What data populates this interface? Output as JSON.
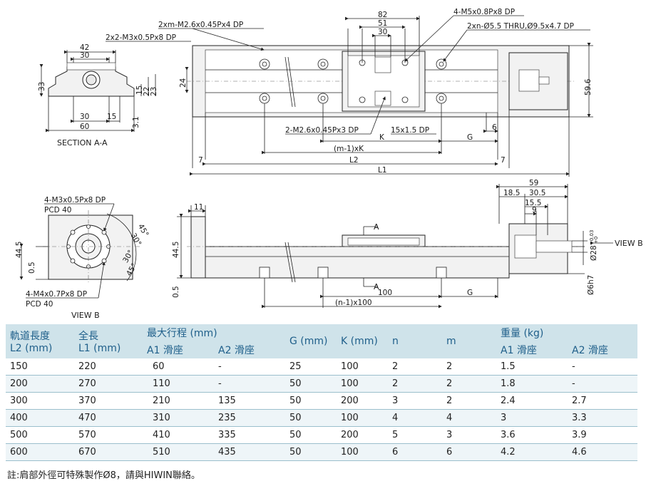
{
  "drawing": {
    "section_a": {
      "title": "SECTION A-A",
      "callout": "2x2-M3x0.5Px8 DP",
      "dims": [
        "42",
        "30",
        "33",
        "15",
        "22",
        "23",
        "30",
        "15",
        "3.1",
        "60"
      ]
    },
    "top_view": {
      "callouts": [
        "2xm-M2.6x0.45Px4 DP",
        "4-M5x0.8Px8 DP",
        "2xn-Ø5.5 THRU,Ø9.5x4.7 DP",
        "2-M2.6x0.45Px3 DP",
        "15x1.5 DP"
      ],
      "dims": [
        "82",
        "51",
        "30",
        "24",
        "59.6",
        "6",
        "K",
        "G",
        "(m-1)xK",
        "7",
        "L2",
        "7",
        "L1"
      ]
    },
    "view_b": {
      "title": "VIEW B",
      "callouts": [
        "4-M3x0.5Px8 DP",
        "PCD 40",
        "4-M4x0.7Px8 DP",
        "PCD 40"
      ],
      "dims": [
        "45°",
        "30°",
        "30°",
        "45°",
        "44.5",
        "0.5"
      ]
    },
    "side_view": {
      "dims": [
        "11",
        "44.5",
        "0.5",
        "A",
        "A",
        "100",
        "G",
        "(n-1)x100"
      ]
    },
    "motor_view": {
      "label": "VIEW B",
      "dims": [
        "59",
        "18.5",
        "30.5",
        "15.5",
        "9",
        "Ø28",
        "+0.03",
        "+0",
        "Ø6h7"
      ]
    }
  },
  "table": {
    "headers": {
      "l2": [
        "軌道長度",
        "L2 (mm)"
      ],
      "l1": [
        "全長",
        "L1 (mm)"
      ],
      "stroke": "最大行程 (mm)",
      "stroke_a1": "A1 滑座",
      "stroke_a2": "A2 滑座",
      "g": "G (mm)",
      "k": "K (mm)",
      "n": "n",
      "m": "m",
      "weight": "重量 (kg)",
      "weight_a1": "A1 滑座",
      "weight_a2": "A2 滑座"
    },
    "rows": [
      [
        "150",
        "220",
        "60",
        "-",
        "25",
        "100",
        "2",
        "2",
        "1.5",
        "-"
      ],
      [
        "200",
        "270",
        "110",
        "-",
        "50",
        "100",
        "2",
        "2",
        "1.8",
        "-"
      ],
      [
        "300",
        "370",
        "210",
        "135",
        "50",
        "200",
        "3",
        "2",
        "2.4",
        "2.7"
      ],
      [
        "400",
        "470",
        "310",
        "235",
        "50",
        "100",
        "4",
        "4",
        "3",
        "3.3"
      ],
      [
        "500",
        "570",
        "410",
        "335",
        "50",
        "200",
        "5",
        "3",
        "3.6",
        "3.9"
      ],
      [
        "600",
        "670",
        "510",
        "435",
        "50",
        "100",
        "6",
        "6",
        "4.2",
        "4.6"
      ]
    ]
  },
  "note": "註:肩部外徑可特殊製作Ø8，請與HIWIN聯絡。"
}
